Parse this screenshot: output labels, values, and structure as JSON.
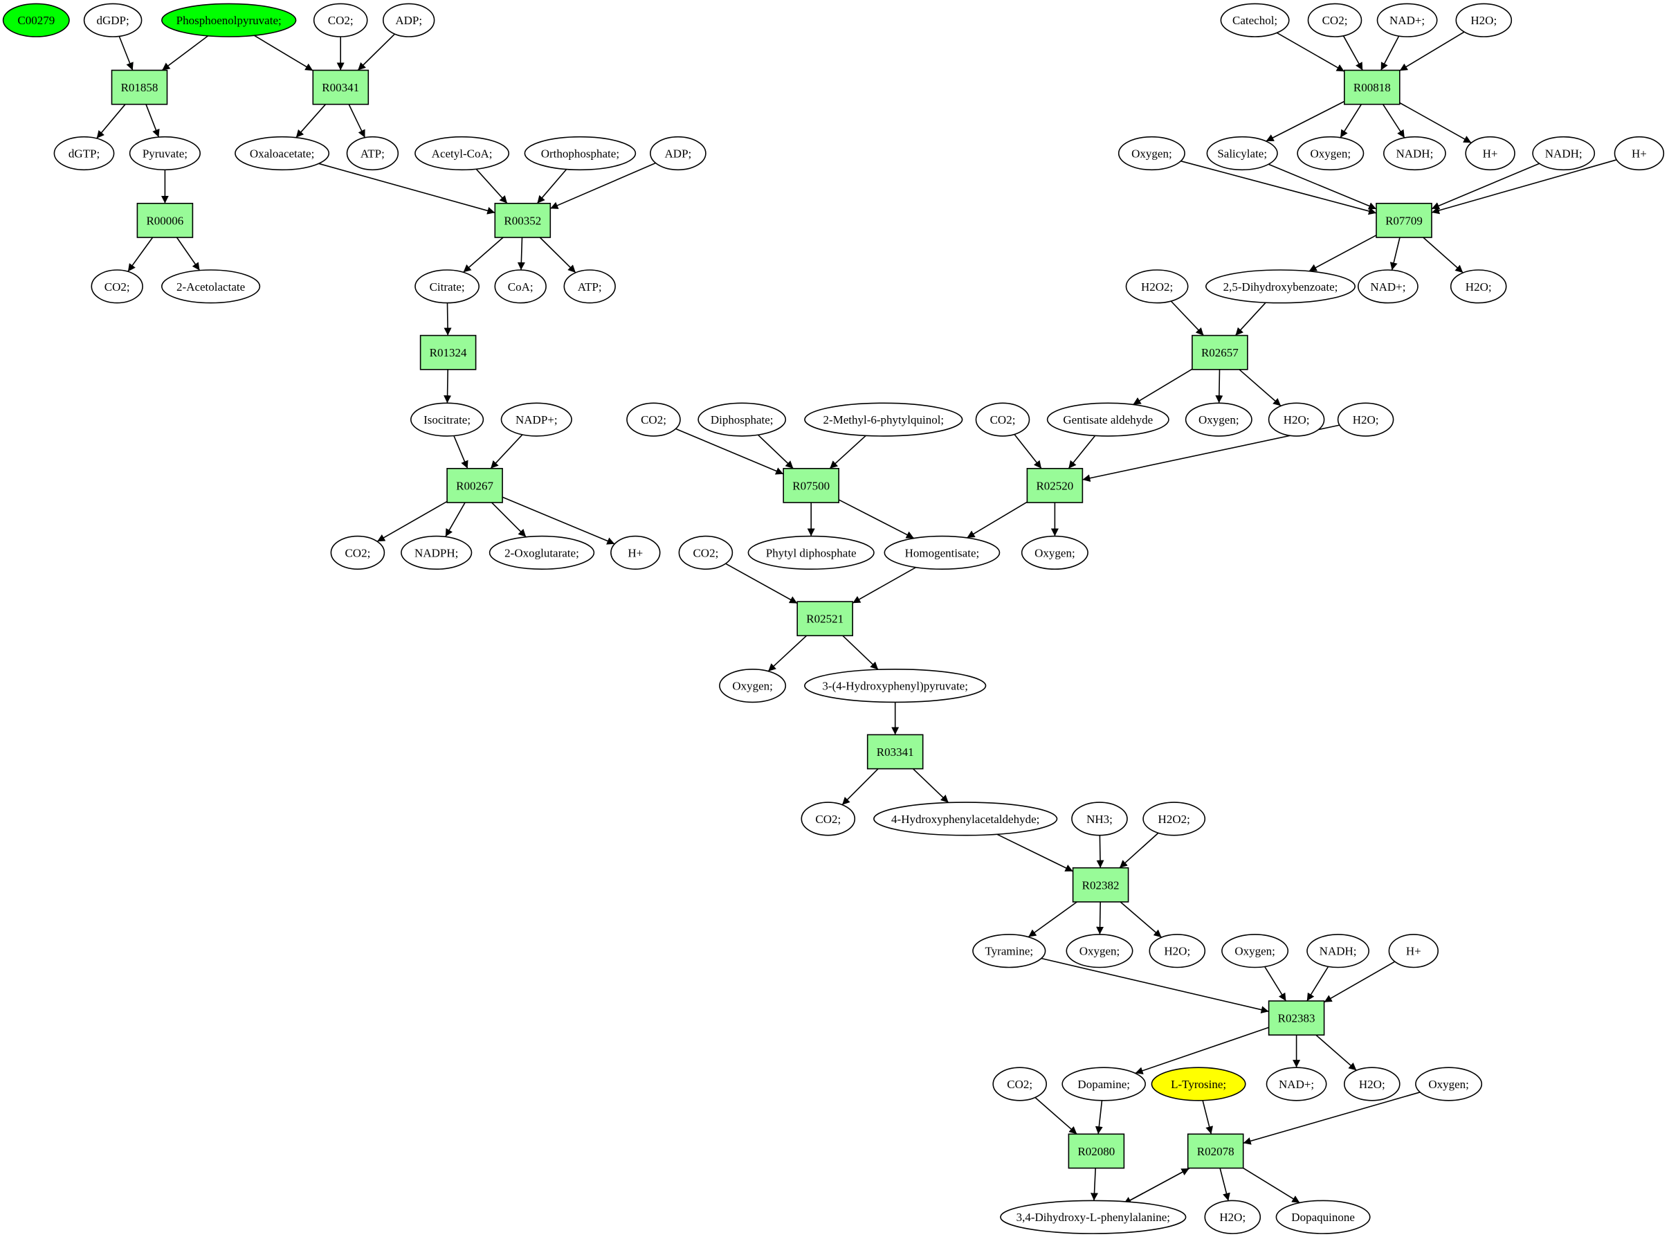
{
  "colors": {
    "reaction_fill": "#98fb98",
    "highlight_green": "#00ff00",
    "highlight_yellow": "#ffff00",
    "default_fill": "#ffffff",
    "line": "#000000"
  },
  "nodes": [
    {
      "id": "c00279",
      "label": "C00279",
      "shape": "ellipse",
      "fill": "highlight_green"
    },
    {
      "id": "dgdp",
      "label": "dGDP;",
      "shape": "ellipse"
    },
    {
      "id": "pep",
      "label": "Phosphoenolpyruvate;",
      "shape": "ellipse",
      "fill": "highlight_green"
    },
    {
      "id": "co2a",
      "label": "CO2;",
      "shape": "ellipse"
    },
    {
      "id": "adpa",
      "label": "ADP;",
      "shape": "ellipse"
    },
    {
      "id": "r01858",
      "label": "R01858",
      "shape": "box"
    },
    {
      "id": "r00341",
      "label": "R00341",
      "shape": "box"
    },
    {
      "id": "dgtp",
      "label": "dGTP;",
      "shape": "ellipse"
    },
    {
      "id": "pyruvate",
      "label": "Pyruvate;",
      "shape": "ellipse"
    },
    {
      "id": "oaa",
      "label": "Oxaloacetate;",
      "shape": "ellipse"
    },
    {
      "id": "atpa",
      "label": "ATP;",
      "shape": "ellipse"
    },
    {
      "id": "acoa",
      "label": "Acetyl-CoA;",
      "shape": "ellipse"
    },
    {
      "id": "ortho",
      "label": "Orthophosphate;",
      "shape": "ellipse"
    },
    {
      "id": "adpb",
      "label": "ADP;",
      "shape": "ellipse"
    },
    {
      "id": "r00006",
      "label": "R00006",
      "shape": "box"
    },
    {
      "id": "r00352",
      "label": "R00352",
      "shape": "box"
    },
    {
      "id": "co2b",
      "label": "CO2;",
      "shape": "ellipse"
    },
    {
      "id": "acetolactate",
      "label": "2-Acetolactate",
      "shape": "ellipse"
    },
    {
      "id": "citrate",
      "label": "Citrate;",
      "shape": "ellipse"
    },
    {
      "id": "coa",
      "label": "CoA;",
      "shape": "ellipse"
    },
    {
      "id": "atpb",
      "label": "ATP;",
      "shape": "ellipse"
    },
    {
      "id": "r01324",
      "label": "R01324",
      "shape": "box"
    },
    {
      "id": "isocitrate",
      "label": "Isocitrate;",
      "shape": "ellipse"
    },
    {
      "id": "nadp",
      "label": "NADP+;",
      "shape": "ellipse"
    },
    {
      "id": "r00267",
      "label": "R00267",
      "shape": "box"
    },
    {
      "id": "co2c",
      "label": "CO2;",
      "shape": "ellipse"
    },
    {
      "id": "nadph",
      "label": "NADPH;",
      "shape": "ellipse"
    },
    {
      "id": "oxoglut",
      "label": "2-Oxoglutarate;",
      "shape": "ellipse"
    },
    {
      "id": "hpa",
      "label": "H+",
      "shape": "ellipse"
    },
    {
      "id": "catechol",
      "label": "Catechol;",
      "shape": "ellipse"
    },
    {
      "id": "co2d",
      "label": "CO2;",
      "shape": "ellipse"
    },
    {
      "id": "nada",
      "label": "NAD+;",
      "shape": "ellipse"
    },
    {
      "id": "h2oa",
      "label": "H2O;",
      "shape": "ellipse"
    },
    {
      "id": "r00818",
      "label": "R00818",
      "shape": "box"
    },
    {
      "id": "oxya",
      "label": "Oxygen;",
      "shape": "ellipse"
    },
    {
      "id": "salicylate",
      "label": "Salicylate;",
      "shape": "ellipse"
    },
    {
      "id": "oxyb",
      "label": "Oxygen;",
      "shape": "ellipse"
    },
    {
      "id": "nadha",
      "label": "NADH;",
      "shape": "ellipse"
    },
    {
      "id": "hpb",
      "label": "H+",
      "shape": "ellipse"
    },
    {
      "id": "nadhb",
      "label": "NADH;",
      "shape": "ellipse"
    },
    {
      "id": "hpc",
      "label": "H+",
      "shape": "ellipse"
    },
    {
      "id": "r07709",
      "label": "R07709",
      "shape": "box"
    },
    {
      "id": "h2o2a",
      "label": "H2O2;",
      "shape": "ellipse"
    },
    {
      "id": "dhb",
      "label": "2,5-Dihydroxybenzoate;",
      "shape": "ellipse"
    },
    {
      "id": "nadb",
      "label": "NAD+;",
      "shape": "ellipse"
    },
    {
      "id": "h2ob",
      "label": "H2O;",
      "shape": "ellipse"
    },
    {
      "id": "r02657",
      "label": "R02657",
      "shape": "box"
    },
    {
      "id": "co2e",
      "label": "CO2;",
      "shape": "ellipse"
    },
    {
      "id": "diphos",
      "label": "Diphosphate;",
      "shape": "ellipse"
    },
    {
      "id": "mpq",
      "label": "2-Methyl-6-phytylquinol;",
      "shape": "ellipse"
    },
    {
      "id": "co2f",
      "label": "CO2;",
      "shape": "ellipse"
    },
    {
      "id": "gentald",
      "label": "Gentisate aldehyde",
      "shape": "ellipse"
    },
    {
      "id": "oxyc",
      "label": "Oxygen;",
      "shape": "ellipse"
    },
    {
      "id": "h2oc",
      "label": "H2O;",
      "shape": "ellipse"
    },
    {
      "id": "h2od",
      "label": "H2O;",
      "shape": "ellipse"
    },
    {
      "id": "r07500",
      "label": "R07500",
      "shape": "box"
    },
    {
      "id": "r02520",
      "label": "R02520",
      "shape": "box"
    },
    {
      "id": "co2g",
      "label": "CO2;",
      "shape": "ellipse"
    },
    {
      "id": "phytyl",
      "label": "Phytyl diphosphate",
      "shape": "ellipse"
    },
    {
      "id": "homog",
      "label": "Homogentisate;",
      "shape": "ellipse"
    },
    {
      "id": "oxyd",
      "label": "Oxygen;",
      "shape": "ellipse"
    },
    {
      "id": "r02521",
      "label": "R02521",
      "shape": "box"
    },
    {
      "id": "oxye",
      "label": "Oxygen;",
      "shape": "ellipse"
    },
    {
      "id": "hpp",
      "label": "3-(4-Hydroxyphenyl)pyruvate;",
      "shape": "ellipse"
    },
    {
      "id": "r03341",
      "label": "R03341",
      "shape": "box"
    },
    {
      "id": "co2h",
      "label": "CO2;",
      "shape": "ellipse"
    },
    {
      "id": "hpaa",
      "label": "4-Hydroxyphenylacetaldehyde;",
      "shape": "ellipse"
    },
    {
      "id": "nh3",
      "label": "NH3;",
      "shape": "ellipse"
    },
    {
      "id": "h2o2b",
      "label": "H2O2;",
      "shape": "ellipse"
    },
    {
      "id": "r02382",
      "label": "R02382",
      "shape": "box"
    },
    {
      "id": "tyramine",
      "label": "Tyramine;",
      "shape": "ellipse"
    },
    {
      "id": "oxyf",
      "label": "Oxygen;",
      "shape": "ellipse"
    },
    {
      "id": "h2oe",
      "label": "H2O;",
      "shape": "ellipse"
    },
    {
      "id": "oxyg",
      "label": "Oxygen;",
      "shape": "ellipse"
    },
    {
      "id": "nadhc",
      "label": "NADH;",
      "shape": "ellipse"
    },
    {
      "id": "hpd",
      "label": "H+",
      "shape": "ellipse"
    },
    {
      "id": "r02383",
      "label": "R02383",
      "shape": "box"
    },
    {
      "id": "co2i",
      "label": "CO2;",
      "shape": "ellipse"
    },
    {
      "id": "dopamine",
      "label": "Dopamine;",
      "shape": "ellipse"
    },
    {
      "id": "ltyr",
      "label": "L-Tyrosine;",
      "shape": "ellipse",
      "fill": "highlight_yellow"
    },
    {
      "id": "nadc",
      "label": "NAD+;",
      "shape": "ellipse"
    },
    {
      "id": "h2of",
      "label": "H2O;",
      "shape": "ellipse"
    },
    {
      "id": "oxyh",
      "label": "Oxygen;",
      "shape": "ellipse"
    },
    {
      "id": "r02080",
      "label": "R02080",
      "shape": "box"
    },
    {
      "id": "r02078",
      "label": "R02078",
      "shape": "box"
    },
    {
      "id": "ldopa",
      "label": "3,4-Dihydroxy-L-phenylalanine;",
      "shape": "ellipse"
    },
    {
      "id": "h2og",
      "label": "H2O;",
      "shape": "ellipse"
    },
    {
      "id": "dopaquinone",
      "label": "Dopaquinone",
      "shape": "ellipse"
    }
  ],
  "edges": [
    [
      "dgdp",
      "r01858"
    ],
    [
      "pep",
      "r01858"
    ],
    [
      "pep",
      "r00341"
    ],
    [
      "co2a",
      "r00341"
    ],
    [
      "adpa",
      "r00341"
    ],
    [
      "r01858",
      "dgtp"
    ],
    [
      "r01858",
      "pyruvate"
    ],
    [
      "r00341",
      "oaa"
    ],
    [
      "r00341",
      "atpa"
    ],
    [
      "pyruvate",
      "r00006"
    ],
    [
      "r00006",
      "co2b"
    ],
    [
      "r00006",
      "acetolactate"
    ],
    [
      "oaa",
      "r00352"
    ],
    [
      "acoa",
      "r00352"
    ],
    [
      "ortho",
      "r00352"
    ],
    [
      "adpb",
      "r00352"
    ],
    [
      "r00352",
      "citrate"
    ],
    [
      "r00352",
      "coa"
    ],
    [
      "r00352",
      "atpb"
    ],
    [
      "citrate",
      "r01324"
    ],
    [
      "r01324",
      "isocitrate"
    ],
    [
      "isocitrate",
      "r00267"
    ],
    [
      "nadp",
      "r00267"
    ],
    [
      "r00267",
      "co2c"
    ],
    [
      "r00267",
      "nadph"
    ],
    [
      "r00267",
      "oxoglut"
    ],
    [
      "r00267",
      "hpa"
    ],
    [
      "catechol",
      "r00818"
    ],
    [
      "co2d",
      "r00818"
    ],
    [
      "nada",
      "r00818"
    ],
    [
      "h2oa",
      "r00818"
    ],
    [
      "r00818",
      "salicylate"
    ],
    [
      "r00818",
      "oxyb"
    ],
    [
      "r00818",
      "nadha"
    ],
    [
      "r00818",
      "hpb"
    ],
    [
      "oxya",
      "r07709"
    ],
    [
      "salicylate",
      "r07709"
    ],
    [
      "nadhb",
      "r07709"
    ],
    [
      "hpc",
      "r07709"
    ],
    [
      "r07709",
      "dhb"
    ],
    [
      "r07709",
      "nadb"
    ],
    [
      "r07709",
      "h2ob"
    ],
    [
      "h2o2a",
      "r02657"
    ],
    [
      "dhb",
      "r02657"
    ],
    [
      "r02657",
      "gentald"
    ],
    [
      "r02657",
      "oxyc"
    ],
    [
      "r02657",
      "h2oc"
    ],
    [
      "co2e",
      "r07500"
    ],
    [
      "diphos",
      "r07500"
    ],
    [
      "mpq",
      "r07500"
    ],
    [
      "r07500",
      "phytyl"
    ],
    [
      "r07500",
      "homog"
    ],
    [
      "co2f",
      "r02520"
    ],
    [
      "gentald",
      "r02520"
    ],
    [
      "h2od",
      "r02520"
    ],
    [
      "r02520",
      "homog"
    ],
    [
      "r02520",
      "oxyd"
    ],
    [
      "co2g",
      "r02521"
    ],
    [
      "homog",
      "r02521"
    ],
    [
      "r02521",
      "oxye"
    ],
    [
      "r02521",
      "hpp"
    ],
    [
      "hpp",
      "r03341"
    ],
    [
      "r03341",
      "co2h"
    ],
    [
      "r03341",
      "hpaa"
    ],
    [
      "hpaa",
      "r02382"
    ],
    [
      "nh3",
      "r02382"
    ],
    [
      "h2o2b",
      "r02382"
    ],
    [
      "r02382",
      "tyramine"
    ],
    [
      "r02382",
      "oxyf"
    ],
    [
      "r02382",
      "h2oe"
    ],
    [
      "tyramine",
      "r02383"
    ],
    [
      "oxyg",
      "r02383"
    ],
    [
      "nadhc",
      "r02383"
    ],
    [
      "hpd",
      "r02383"
    ],
    [
      "r02383",
      "dopamine"
    ],
    [
      "r02383",
      "nadc"
    ],
    [
      "r02383",
      "h2of"
    ],
    [
      "co2i",
      "r02080"
    ],
    [
      "dopamine",
      "r02080"
    ],
    [
      "ltyr",
      "r02078"
    ],
    [
      "oxyh",
      "r02078"
    ],
    [
      "r02080",
      "ldopa"
    ],
    [
      "ldopa",
      "r02078"
    ],
    [
      "r02078",
      "ldopa"
    ],
    [
      "r02078",
      "h2og"
    ],
    [
      "r02078",
      "dopaquinone"
    ]
  ]
}
